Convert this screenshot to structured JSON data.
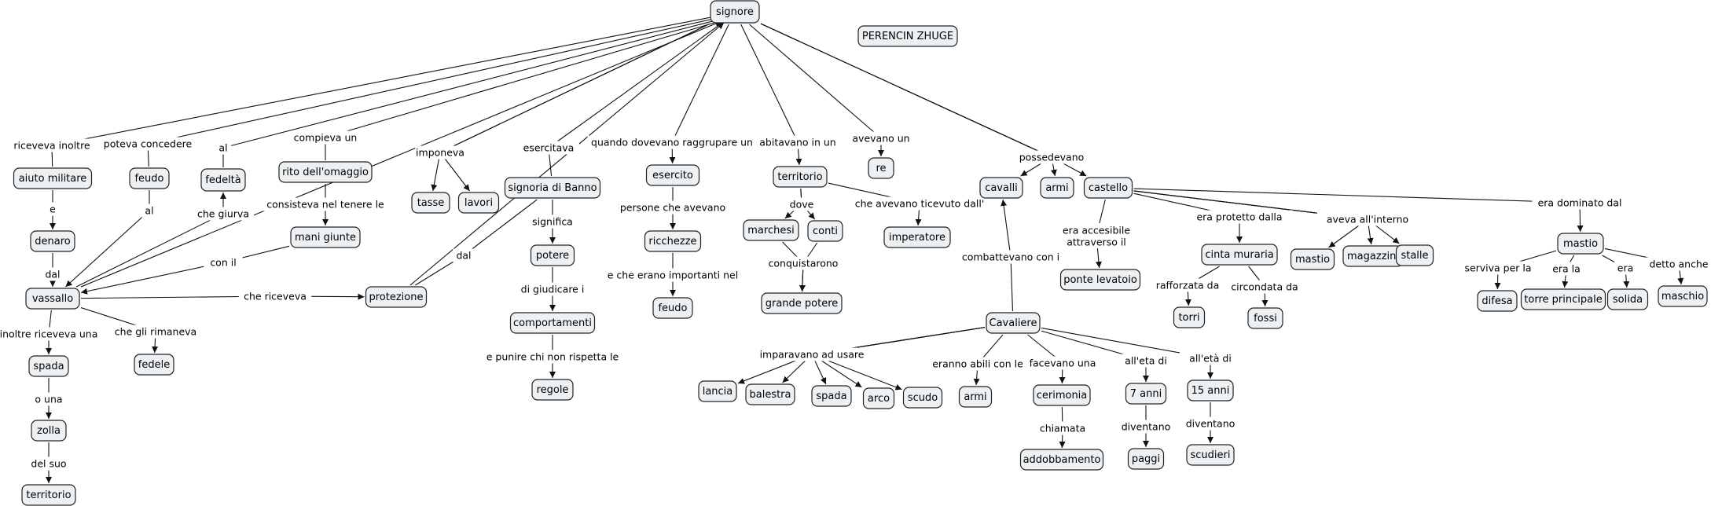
{
  "concepts": {
    "signore": "signore",
    "perencin": "PERENCIN ZHUGE",
    "aiuto": "aiuto militare",
    "feudo1": "feudo",
    "fedelta": "fedeltà",
    "rito": "rito dell'omaggio",
    "mani": "mani giunte",
    "tasse": "tasse",
    "lavori": "lavori",
    "signoria": "signoria di Banno",
    "potere": "potere",
    "comportamenti": "comportamenti",
    "regole": "regole",
    "esercito": "esercito",
    "ricchezze": "ricchezze",
    "feudo2": "feudo",
    "territorio1": "territorio",
    "marchesi": "marchesi",
    "conti": "conti",
    "grande_potere": "grande potere",
    "imperatore": "imperatore",
    "re": "re",
    "cavalli": "cavalli",
    "armi1": "armi",
    "castello": "castello",
    "ponte": "ponte levatoio",
    "cinta": "cinta muraria",
    "torri": "torri",
    "fossi": "fossi",
    "mastio1": "mastio",
    "magazzini": "magazzini",
    "stalle": "stalle",
    "mastio2": "mastio",
    "difesa": "difesa",
    "torre_principale": "torre principale",
    "solida": "solida",
    "maschio": "maschio",
    "denaro": "denaro",
    "vassallo": "vassallo",
    "protezione": "protezione",
    "spada1": "spada",
    "fedele": "fedele",
    "zolla": "zolla",
    "territorio2": "territorio",
    "cavaliere": "Cavaliere",
    "lancia": "lancia",
    "balestra": "balestra",
    "spada2": "spada",
    "arco": "arco",
    "scudo": "scudo",
    "armi2": "armi",
    "cerimonia": "cerimonia",
    "addobbamento": "addobbamento",
    "sette_anni": "7 anni",
    "paggi": "paggi",
    "quindici_anni": "15 anni",
    "scudieri": "scudieri"
  },
  "links": {
    "riceveva_inoltre": "riceveva inoltre",
    "poteva_concedere": "poteva concedere",
    "al_fedelta": "al",
    "compieva_un": "compieva un",
    "imponeva": "imponeva",
    "esercitava": "esercitava",
    "quando_raggruppare": "quando dovevano raggrupare un",
    "abitavano": "abitavano in un",
    "avevano_un": "avevano un",
    "possedevano": "possedevano",
    "e": "e",
    "dal": "dal",
    "al_feudo": "al",
    "che_giurva": "che giurva",
    "consisteva": "consisteva nel tenere le",
    "con_il": "con il",
    "che_riceveva": "che riceveva",
    "dal_protezione": "dal",
    "significa": "significa",
    "di_giudicare": "di giudicare i",
    "e_punire": "e punire chi non rispetta le",
    "persone_avevano": "persone che avevano",
    "importanti_nel": "e che erano importanti nel",
    "dove": "dove",
    "conquistarono": "conquistarono",
    "ricevuto": "che avevano ticevuto dall'",
    "combattevano": "combattevano con i",
    "accesibile": "era accesibile attraverso il",
    "protetto": "era protetto dalla",
    "interno": "aveva all'interno",
    "dominato": "era dominato dal",
    "rafforzata": "rafforzata da",
    "circondata": "circondata da",
    "serviva": "serviva per la",
    "era_la": "era la",
    "era": "era",
    "detto": "detto anche",
    "inoltre_una": "inoltre riceveva una",
    "rimaneva": "che gli rimaneva",
    "o_una": "o una",
    "del_suo": "del suo",
    "imparavano": "imparavano ad usare",
    "abili": "eranno abili con le",
    "facevano": "facevano una",
    "chiamata": "chiamata",
    "eta_7": "all'eta di",
    "eta_15": "all'età di",
    "diventano_paggi": "diventano",
    "diventano_scudieri": "diventano"
  }
}
